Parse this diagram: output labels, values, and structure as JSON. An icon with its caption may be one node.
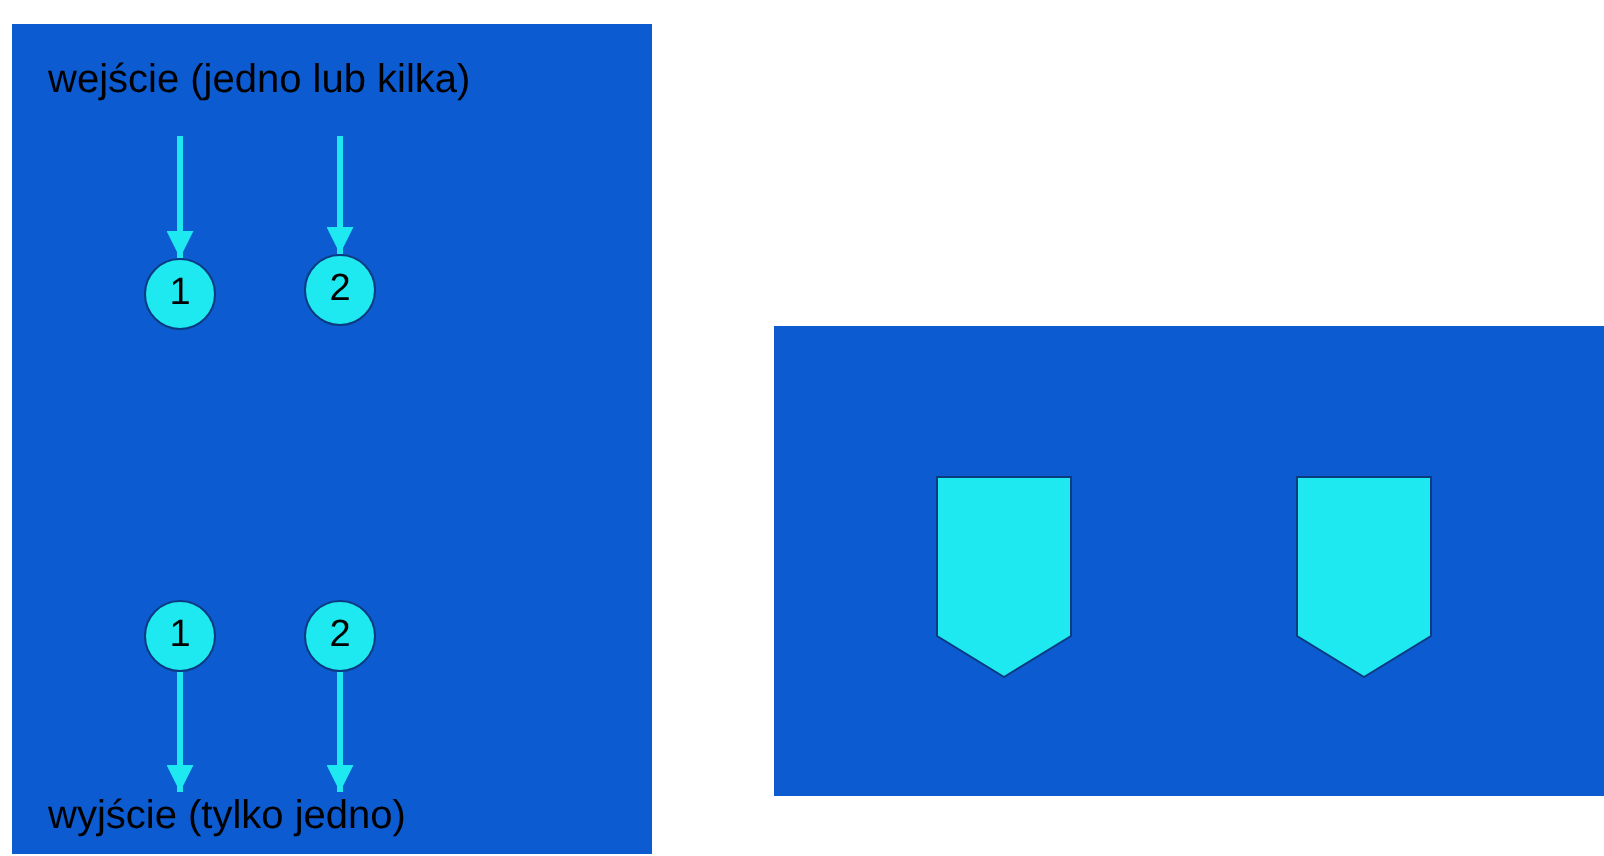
{
  "diagram": {
    "nodes": [
      {
        "text": [
          "wejście (jedno lub kilka)"
        ]
      },
      {
        "text": [
          "1"
        ]
      },
      {
        "text": [
          "2"
        ]
      },
      {
        "text": [
          "1"
        ]
      },
      {
        "text": [
          "2"
        ]
      },
      {
        "text": [
          "wyjście (tylko jedno)"
        ]
      },
      {
        "text": [],
        "shape": "pentagon"
      },
      {
        "text": [],
        "shape": "pentagon"
      }
    ],
    "edges": [
      {
        "from": 0,
        "to": 1,
        "arrow": "to"
      },
      {
        "from": 0,
        "to": 2,
        "arrow": "to"
      },
      {
        "from": 3,
        "to": 5,
        "arrow": "to"
      },
      {
        "from": 4,
        "to": 5,
        "arrow": "to"
      }
    ]
  }
}
